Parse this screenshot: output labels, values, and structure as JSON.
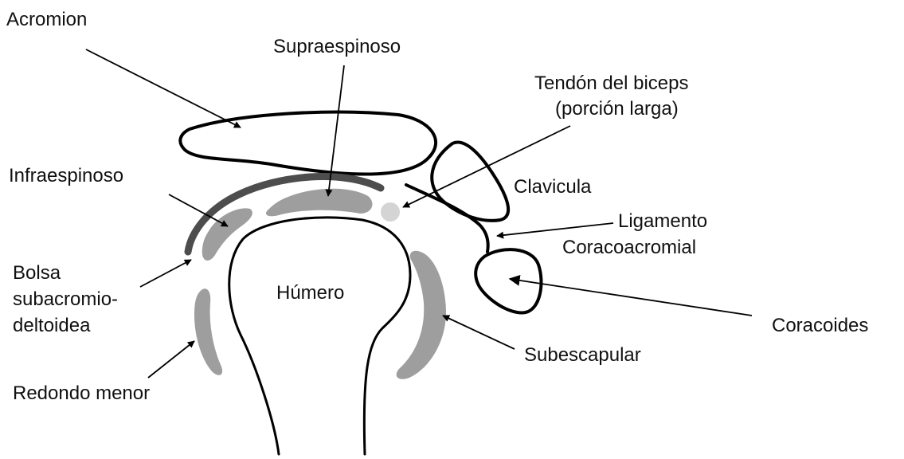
{
  "labels": {
    "acromion": "Acromion",
    "supraespinoso": "Supraespinoso",
    "biceps_line1": "Tendón del biceps",
    "biceps_line2": "(porción larga)",
    "infraespinoso": "Infraespinoso",
    "clavicula": "Clavicula",
    "ligamento_line1": "Ligamento",
    "ligamento_line2": "Coracoacromial",
    "bolsa_line1": "Bolsa",
    "bolsa_line2": "subacromio-",
    "bolsa_line3": "deltoidea",
    "humero": "Húmero",
    "coracoides": "Coracoides",
    "subescapular": "Subescapular",
    "redondo_menor": "Redondo menor"
  },
  "colors": {
    "outline": "#000000",
    "muscle": "#9e9e9e",
    "bursa_band": "#4d4d4d",
    "biceps_tendon": "#d4d4d4",
    "text": "#111111"
  }
}
